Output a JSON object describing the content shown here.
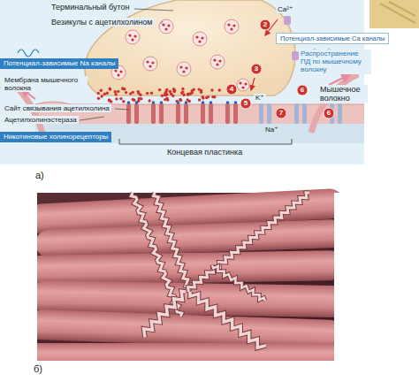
{
  "diagram": {
    "nodes": [
      {
        "text": [
          "Потенциал-зависимые Ca каналы"
        ]
      },
      {
        "text": [
          "Потенциал-зависимые Na каналы"
        ]
      },
      {
        "text": [
          "Никотиновые холинорецепторы"
        ]
      }
    ],
    "labels": [
      "Терминальный бутон",
      "Везикулы с ацетилхолином",
      "Ca²⁺",
      "2",
      "Распространение ПД по мышечному волокну",
      "3",
      "Мембрана мышечного волокна",
      "4",
      "6",
      "Мышечное волокно",
      "Сайт связывания ацетилхолина",
      "5",
      "K⁺",
      "7",
      "6",
      "Ацетилхолинэстераза",
      "Na⁺",
      "Концевая пластинка",
      "а)",
      "б)"
    ]
  }
}
